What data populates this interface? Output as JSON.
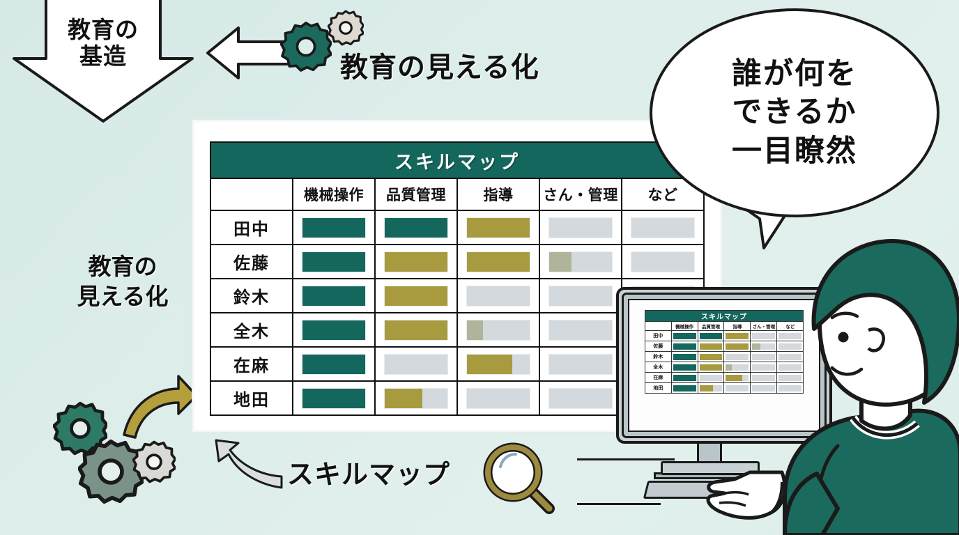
{
  "background": {
    "color_top": "#d6e9e6",
    "color_bottom": "#dceeea"
  },
  "palette": {
    "teal": "#14675c",
    "gold": "#a89b3f",
    "sage": "#b0b49a",
    "empty_gray": "#d3d9dc",
    "outline": "#1a1a1a"
  },
  "annotations": {
    "down_arrow_label": "教育の\n基造",
    "down_arrow_line1": "教育の",
    "down_arrow_line2": "基造",
    "top_label": "教育の見える化",
    "mid_label_line1": "教育の",
    "mid_label_line2": "見える化",
    "bottom_label": "スキルマップ"
  },
  "speech_bubble": {
    "line1": "誰が何を",
    "line2": "できるか",
    "line3": "一目瞭然"
  },
  "skill_table": {
    "title": "スキルマップ",
    "corner": "",
    "columns": [
      "機械操作",
      "品質管理",
      "指導",
      "さん・管理",
      "など"
    ],
    "rows": [
      {
        "name": "田中",
        "values": [
          100,
          100,
          100,
          0,
          0
        ],
        "colors": [
          "teal",
          "teal",
          "gold",
          "empty",
          "empty"
        ]
      },
      {
        "name": "佐藤",
        "values": [
          100,
          100,
          100,
          35,
          0
        ],
        "colors": [
          "teal",
          "gold",
          "gold",
          "sage",
          "empty"
        ]
      },
      {
        "name": "鈴木",
        "values": [
          100,
          100,
          0,
          0,
          0
        ],
        "colors": [
          "teal",
          "gold",
          "empty",
          "empty",
          "empty"
        ]
      },
      {
        "name": "全木",
        "values": [
          100,
          100,
          25,
          0,
          0
        ],
        "colors": [
          "teal",
          "gold",
          "sage",
          "empty",
          "empty"
        ]
      },
      {
        "name": "在麻",
        "values": [
          100,
          0,
          72,
          0,
          0
        ],
        "colors": [
          "teal",
          "empty",
          "gold",
          "empty",
          "empty"
        ]
      },
      {
        "name": "地田",
        "values": [
          100,
          60,
          0,
          0,
          0
        ],
        "colors": [
          "teal",
          "gold",
          "empty",
          "empty",
          "empty"
        ]
      }
    ]
  },
  "monitor": {
    "screen_table": {
      "title": "スキルマップ",
      "columns": [
        "機械操作",
        "品質管理",
        "指導",
        "さん・管理",
        "など"
      ],
      "rows": [
        {
          "name": "田中"
        },
        {
          "name": "佐藤"
        },
        {
          "name": "鈴木"
        },
        {
          "name": "全木"
        },
        {
          "name": "在麻"
        },
        {
          "name": "地田"
        }
      ]
    }
  },
  "icons": {
    "gear_top_big": "gear-icon",
    "gear_top_small": "gear-icon",
    "gear_bottom_1": "gear-icon",
    "gear_bottom_2": "gear-icon",
    "gear_bottom_3": "gear-icon",
    "magnifier": "magnifying-glass-icon",
    "arrow_left": "arrow-left-icon",
    "arrow_down": "arrow-down-icon",
    "curve_gold": "curved-arrow-up-right-icon",
    "curve_gray": "curved-arrow-up-left-icon"
  }
}
